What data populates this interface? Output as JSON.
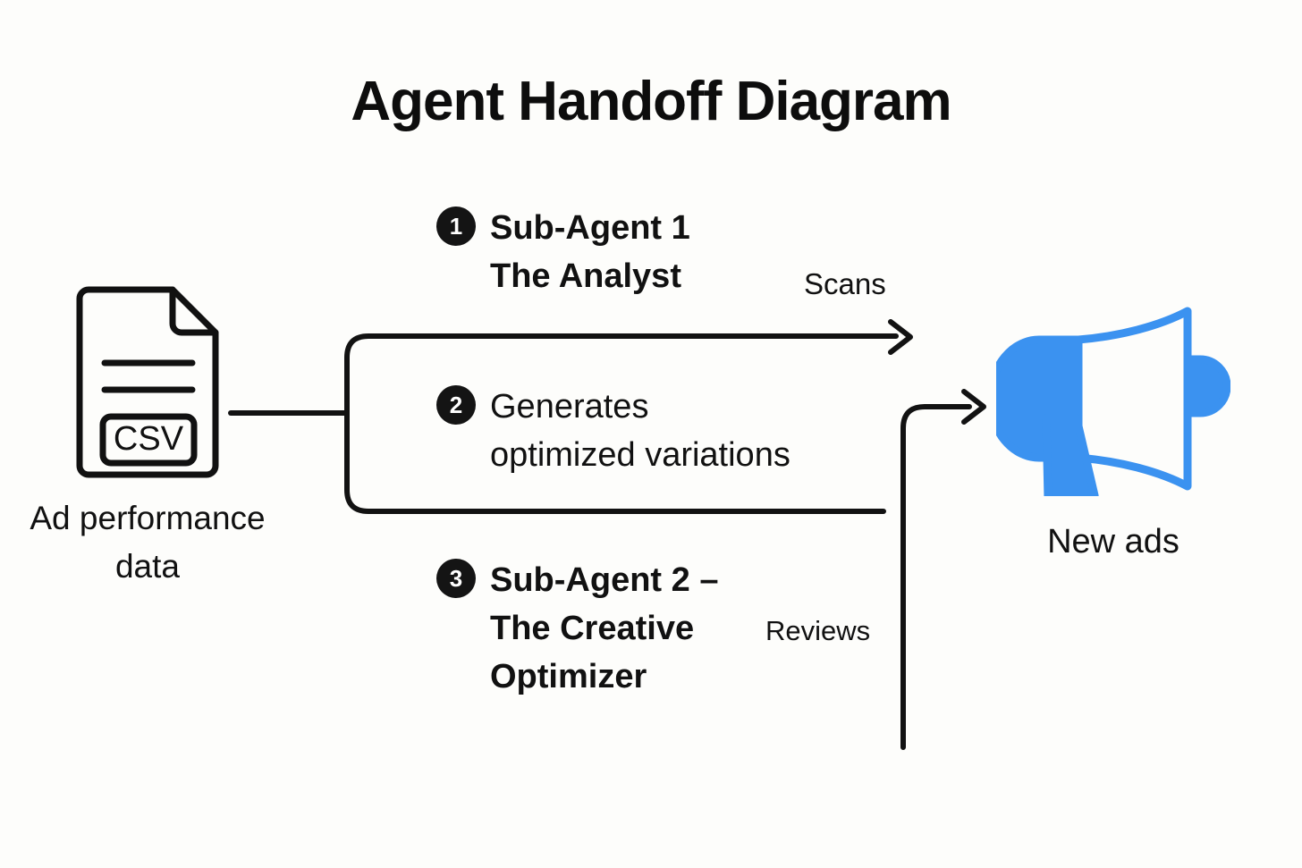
{
  "title": "Agent Handoff Diagram",
  "colors": {
    "background": "#fdfdfb",
    "ink": "#111111",
    "badge": "#141414",
    "badge_text": "#ffffff",
    "accent_blue": "#3b92f0",
    "connector": "#121212"
  },
  "source": {
    "icon": "csv-file-icon",
    "file_type_label": "CSV",
    "label": "Ad performance\ndata"
  },
  "steps": [
    {
      "number": "1",
      "text": "Sub-Agent 1\nThe Analyst",
      "bold": true
    },
    {
      "number": "2",
      "text": "Generates\noptimized variations",
      "bold": false
    },
    {
      "number": "3",
      "text": "Sub-Agent 2 –\nThe Creative\nOptimizer",
      "bold": true
    }
  ],
  "edge_labels": {
    "scans": "Scans",
    "reviews": "Reviews"
  },
  "target": {
    "icon": "megaphone-icon",
    "label": "New ads"
  }
}
